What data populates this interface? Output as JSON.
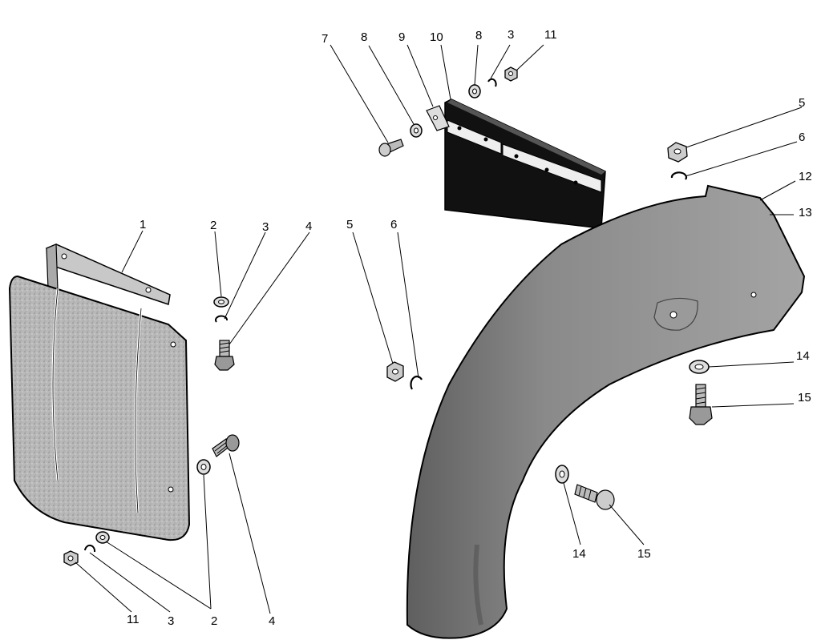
{
  "callouts": [
    {
      "id": "c1",
      "label": "1"
    },
    {
      "id": "c2a",
      "label": "2"
    },
    {
      "id": "c3a",
      "label": "3"
    },
    {
      "id": "c4a",
      "label": "4"
    },
    {
      "id": "c2b",
      "label": "2"
    },
    {
      "id": "c3b",
      "label": "3"
    },
    {
      "id": "c11a",
      "label": "11"
    },
    {
      "id": "c4b",
      "label": "4"
    },
    {
      "id": "c7",
      "label": "7"
    },
    {
      "id": "c8a",
      "label": "8"
    },
    {
      "id": "c9",
      "label": "9"
    },
    {
      "id": "c10",
      "label": "10"
    },
    {
      "id": "c8b",
      "label": "8"
    },
    {
      "id": "c3c",
      "label": "3"
    },
    {
      "id": "c11b",
      "label": "11"
    },
    {
      "id": "c5a",
      "label": "5"
    },
    {
      "id": "c6a",
      "label": "6"
    },
    {
      "id": "c12",
      "label": "12"
    },
    {
      "id": "c13",
      "label": "13"
    },
    {
      "id": "c5b",
      "label": "5"
    },
    {
      "id": "c6b",
      "label": "6"
    },
    {
      "id": "c14a",
      "label": "14"
    },
    {
      "id": "c15a",
      "label": "15"
    },
    {
      "id": "c14b",
      "label": "14"
    },
    {
      "id": "c15b",
      "label": "15"
    }
  ]
}
